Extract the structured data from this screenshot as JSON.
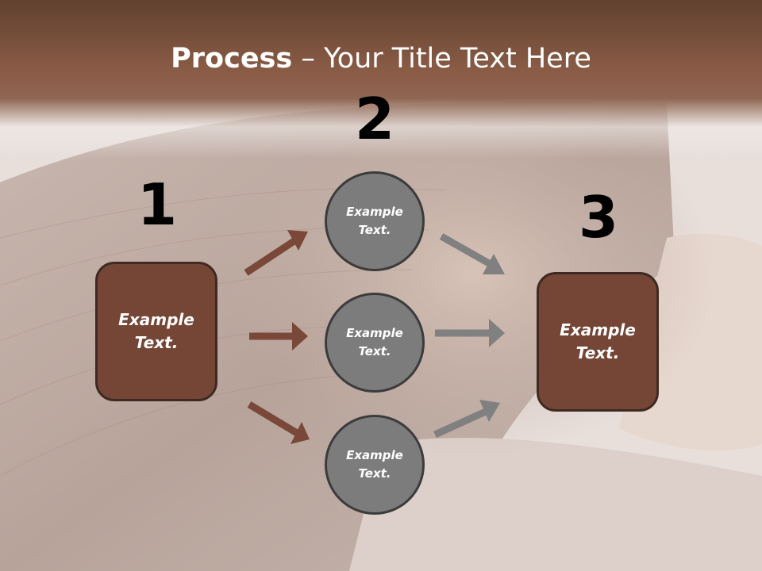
{
  "title": {
    "bold": "Process",
    "rest": " – Your Title Text Here"
  },
  "steps": [
    {
      "number": "1",
      "text": "Example\nText."
    },
    {
      "number": "2",
      "items": [
        "Example\nText.",
        "Example\nText.",
        "Example\nText."
      ]
    },
    {
      "number": "3",
      "text": "Example\nText."
    }
  ],
  "colors": {
    "brown": "#754636",
    "brown_arrow": "#7a4838",
    "grey": "#7c7c7c",
    "grey_arrow": "#808080",
    "header": "#7a4f3c"
  }
}
